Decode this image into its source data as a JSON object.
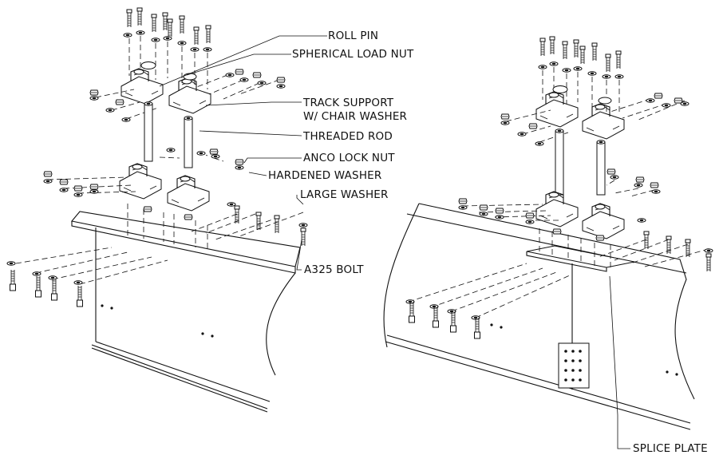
{
  "labels": {
    "roll_pin": "ROLL PIN",
    "spherical_load_nut": "SPHERICAL LOAD NUT",
    "track_support_1": "TRACK SUPPORT",
    "track_support_2": "W/ CHAIR WASHER",
    "threaded_rod": "THREADED ROD",
    "anco_lock_nut": "ANCO LOCK NUT",
    "hardened_washer": "HARDENED WASHER",
    "large_washer": "LARGE WASHER",
    "a325_bolt": "A325 BOLT",
    "splice_plate": "SPLICE PLATE"
  }
}
